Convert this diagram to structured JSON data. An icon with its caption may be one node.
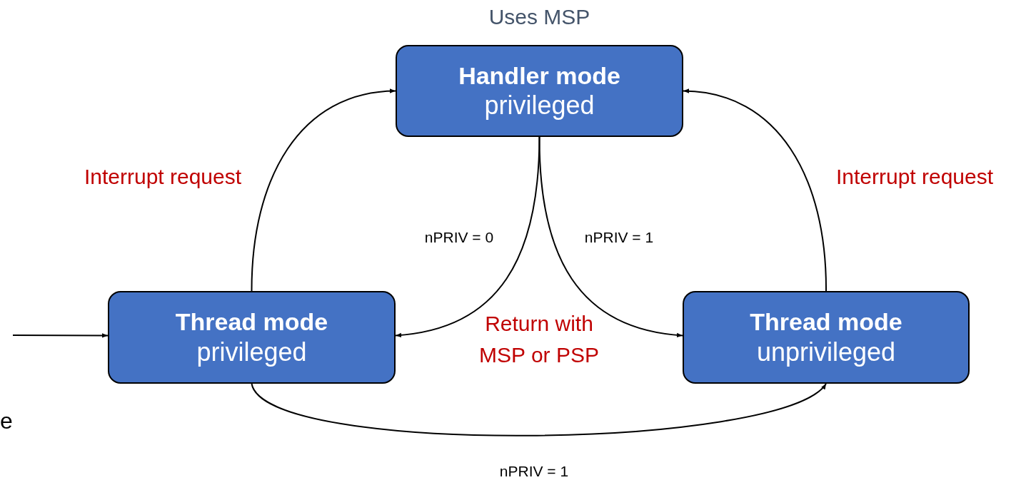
{
  "diagram": {
    "nodes": [
      {
        "text": [
          "Handler mode",
          "privileged"
        ],
        "beside": [
          "Uses MSP"
        ]
      },
      {
        "text": [
          "Thread mode",
          "privileged"
        ]
      },
      {
        "text": [
          "Thread mode",
          "unprivileged"
        ]
      }
    ],
    "edges": [
      {
        "from": 1,
        "to": 0,
        "arrow": "to",
        "label": "Interrupt request"
      },
      {
        "from": 2,
        "to": 0,
        "arrow": "to",
        "label": "Interrupt request"
      },
      {
        "from": 0,
        "to": 1,
        "arrow": "to",
        "label": "nPRIV = 0"
      },
      {
        "from": 0,
        "to": 2,
        "arrow": "to",
        "label": "nPRIV = 1"
      },
      {
        "from": 1,
        "to": 2,
        "arrow": "to",
        "label": "nPRIV = 1"
      },
      {
        "from": null,
        "to": 1,
        "arrow": "to"
      }
    ],
    "labels": [
      "Return with MSP or PSP",
      "e"
    ]
  }
}
